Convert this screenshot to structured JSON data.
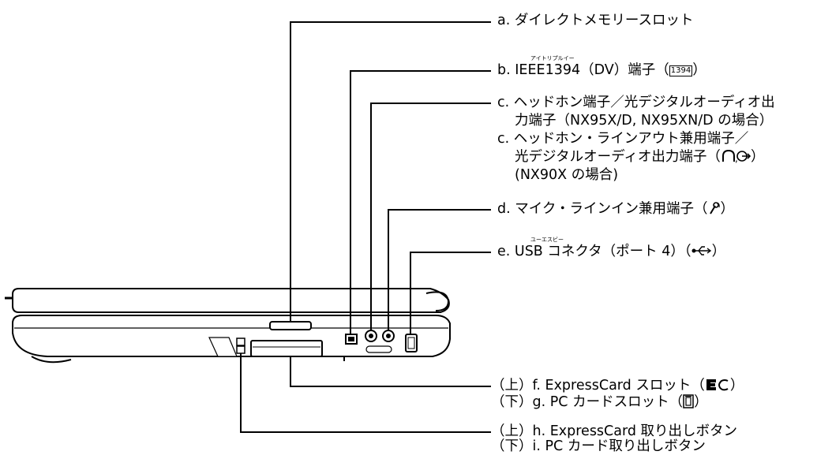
{
  "labels": {
    "a": "a. ダイレクトメモリースロット",
    "b_ruby": "アイトリプルイー",
    "b": "b. IEEE1394（DV）端子（",
    "b_icon": "1394",
    "b_end": "）",
    "c1_line1": "c. ヘッドホン端子／光デジタルオーディオ出",
    "c1_line2": "力端子（NX95X/D, NX95XN/D の場合）",
    "c2_line1": "c. ヘッドホン・ラインアウト兼用端子／",
    "c2_line2_pre": "光デジタルオーディオ出力端子（",
    "c2_line2_post": "）",
    "c2_line3": "(NX90X の場合)",
    "d_pre": "d. マイク・ラインイン兼用端子（",
    "d_post": "）",
    "e_ruby": "ユーエスビー",
    "e": "e. USB コネクタ（ポート 4）（",
    "e_post": "）",
    "f_pos": "（上）",
    "f": "f. ExpressCard スロット（",
    "f_post": "）",
    "g_pos": "（下）",
    "g": "g. PC カードスロット（",
    "g_post": "）",
    "h_pos": "（上）",
    "h": "h. ExpressCard 取り出しボタン",
    "i_pos": "（下）",
    "i": "i. PC カード取り出しボタン"
  },
  "icons": {
    "headphone": "headphone-icon",
    "line_out": "line-out-icon",
    "microphone": "microphone-icon",
    "usb": "usb-icon",
    "expresscard": "expresscard-icon",
    "pc_card": "pc-card-icon",
    "ieee1394": "ieee1394-icon"
  },
  "colors": {
    "line": "#000000",
    "body": "#ffffff"
  }
}
